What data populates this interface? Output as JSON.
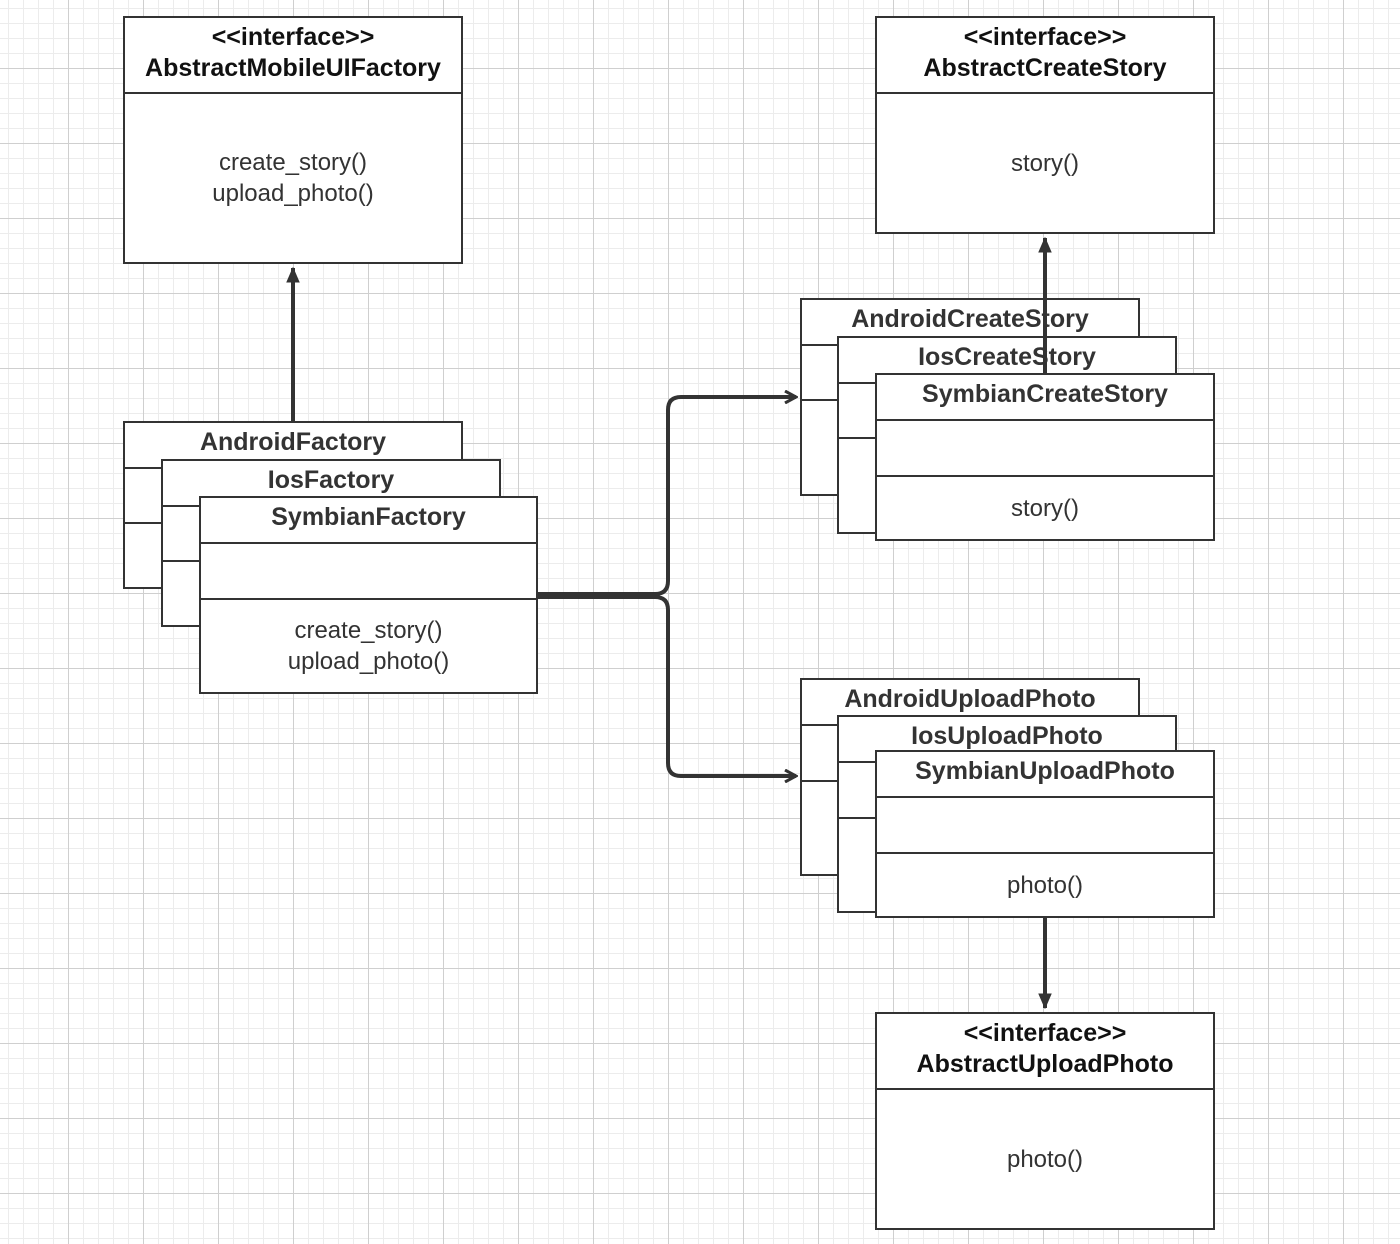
{
  "abstract_factory": {
    "stereotype": "<<interface>>",
    "name": "AbstractMobileUIFactory",
    "methods": [
      "create_story()",
      "upload_photo()"
    ]
  },
  "abstract_create_story": {
    "stereotype": "<<interface>>",
    "name": "AbstractCreateStory",
    "methods": [
      "story()"
    ]
  },
  "abstract_upload_photo": {
    "stereotype": "<<interface>>",
    "name": "AbstractUploadPhoto",
    "methods": [
      "photo()"
    ]
  },
  "factories": {
    "android": "AndroidFactory",
    "ios": "IosFactory",
    "symbian": "SymbianFactory",
    "methods": [
      "create_story()",
      "upload_photo()"
    ]
  },
  "create_story_classes": {
    "android": "AndroidCreateStory",
    "ios": "IosCreateStory",
    "symbian": "SymbianCreateStory",
    "methods": [
      "story()"
    ]
  },
  "upload_photo_classes": {
    "android": "AndroidUploadPhoto",
    "ios": "IosUploadPhoto",
    "symbian": "SymbianUploadPhoto",
    "methods": [
      "photo()"
    ]
  }
}
